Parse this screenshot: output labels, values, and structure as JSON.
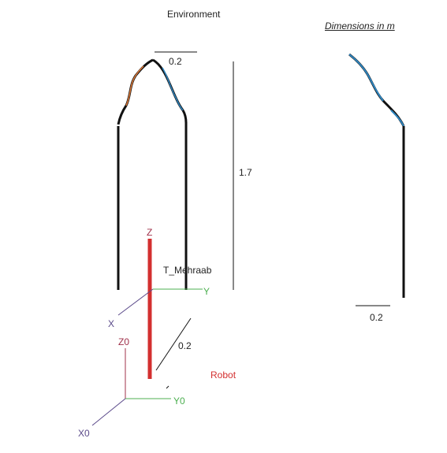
{
  "labels": {
    "title": "Environment",
    "dimensions_note": "Dimensions in m",
    "top_width": "0.2",
    "height": "1.7",
    "right_width": "0.2",
    "offset": "0.2",
    "frame_name": "T_Mehraab",
    "frame_z": "Z",
    "frame_x": "X",
    "frame_y": "Y",
    "base_z": "Z0",
    "base_x": "X0",
    "base_y": "Y0",
    "robot": "Robot"
  },
  "colors": {
    "outline": "#111111",
    "curve_blue": "#2e86c1",
    "curve_orange": "#e07b39",
    "robot": "#d32f2f",
    "axis_x": "#5b4a8a",
    "axis_y": "#4caf50",
    "axis_z": "#a0304a",
    "text": "#222222"
  }
}
